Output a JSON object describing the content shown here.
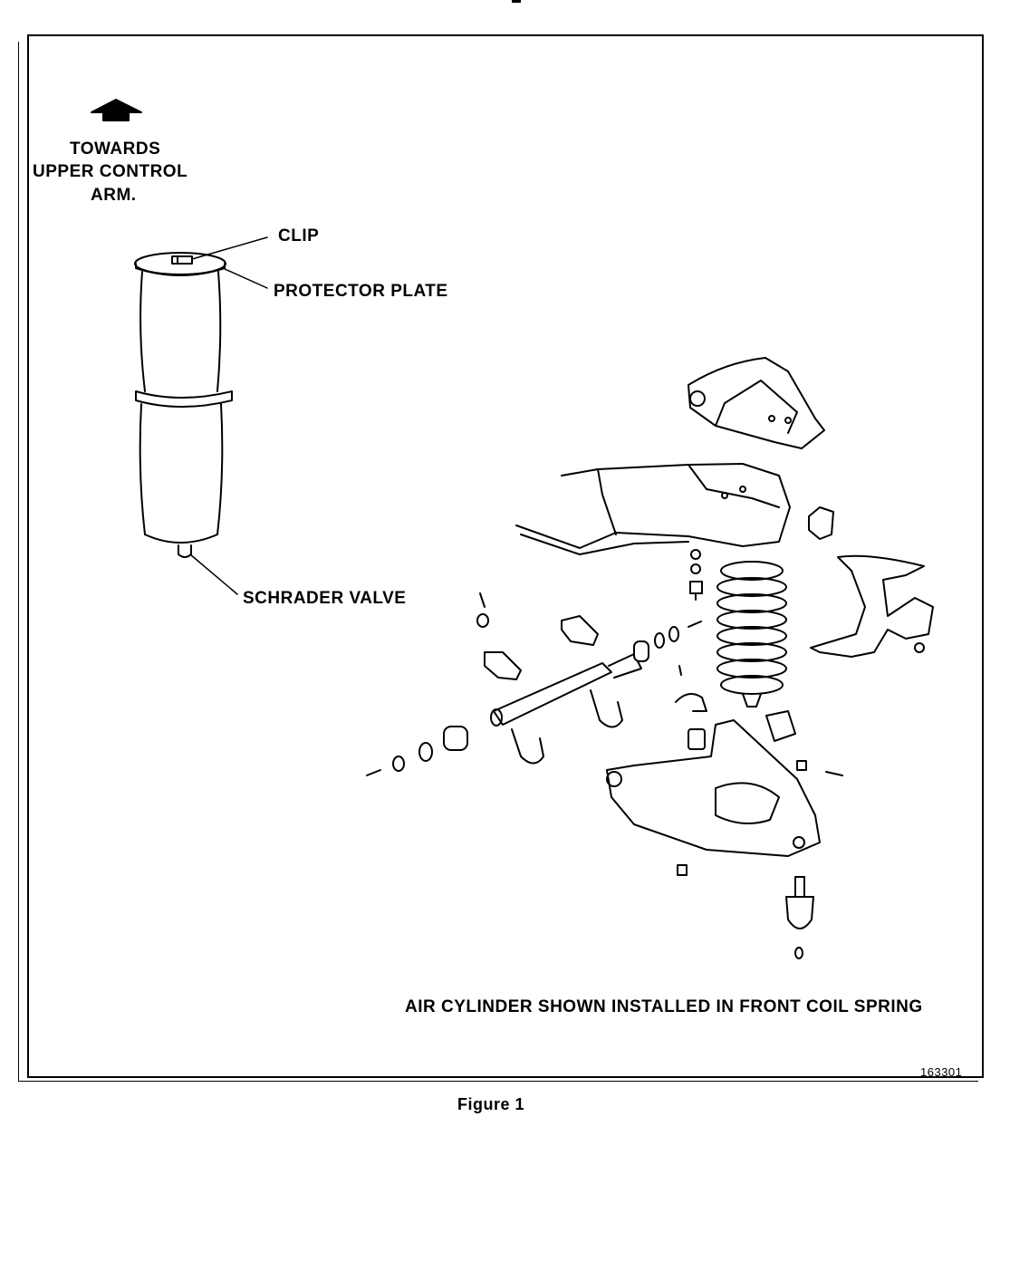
{
  "labels": {
    "towards_line1": "TOWARDS",
    "towards_line2": "UPPER CONTROL",
    "towards_line3": "ARM.",
    "clip": "CLIP",
    "protector_plate": "PROTECTOR PLATE",
    "schrader_valve": "SCHRADER VALVE",
    "caption": "AIR CYLINDER SHOWN INSTALLED IN FRONT COIL SPRING",
    "figure_number": "163301",
    "figure_title": "Figure 1"
  },
  "icons": {
    "direction_arrow": "up-arrow-icon"
  },
  "colors": {
    "ink": "#000000",
    "paper": "#ffffff"
  }
}
